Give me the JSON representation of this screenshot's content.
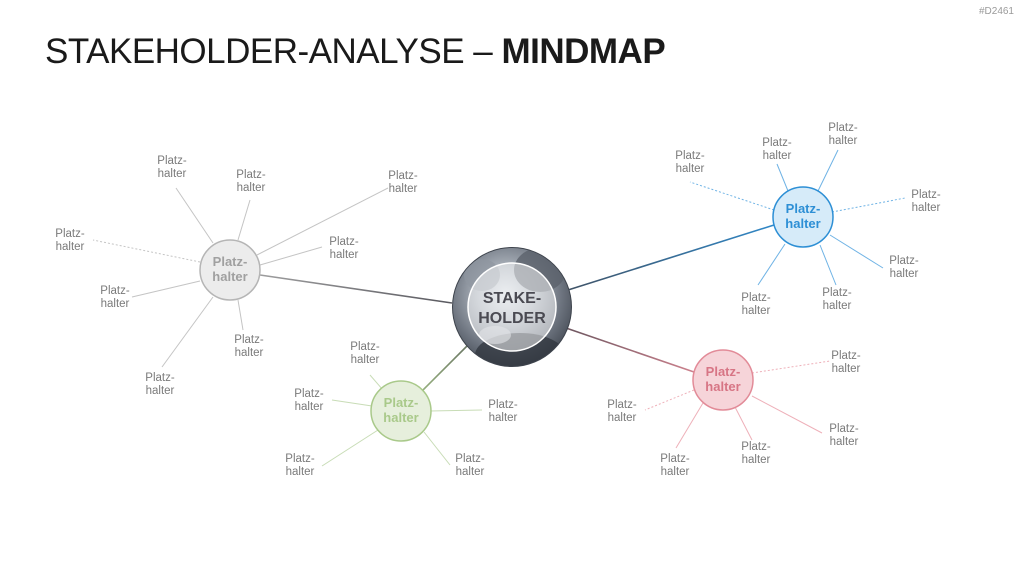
{
  "slide_id": "#D2461",
  "title": {
    "regular": "STAKEHOLDER-ANALYSE – ",
    "bold": "MINDMAP"
  },
  "center": {
    "line1": "STAKE-",
    "line2": "HOLDER"
  },
  "hubs": [
    {
      "id": "gray",
      "line1": "Platz-",
      "line2": "halter",
      "leaves": [
        {
          "line1": "Platz-",
          "line2": "halter"
        },
        {
          "line1": "Platz-",
          "line2": "halter"
        },
        {
          "line1": "Platz-",
          "line2": "halter"
        },
        {
          "line1": "Platz-",
          "line2": "halter"
        },
        {
          "line1": "Platz-",
          "line2": "halter"
        },
        {
          "line1": "Platz-",
          "line2": "halter"
        },
        {
          "line1": "Platz-",
          "line2": "halter"
        },
        {
          "line1": "Platz-",
          "line2": "halter"
        }
      ]
    },
    {
      "id": "blue",
      "line1": "Platz-",
      "line2": "halter",
      "leaves": [
        {
          "line1": "Platz-",
          "line2": "halter"
        },
        {
          "line1": "Platz-",
          "line2": "halter"
        },
        {
          "line1": "Platz-",
          "line2": "halter"
        },
        {
          "line1": "Platz-",
          "line2": "halter"
        },
        {
          "line1": "Platz-",
          "line2": "halter"
        },
        {
          "line1": "Platz-",
          "line2": "halter"
        },
        {
          "line1": "Platz-",
          "line2": "halter"
        }
      ]
    },
    {
      "id": "green",
      "line1": "Platz-",
      "line2": "halter",
      "leaves": [
        {
          "line1": "Platz-",
          "line2": "halter"
        },
        {
          "line1": "Platz-",
          "line2": "halter"
        },
        {
          "line1": "Platz-",
          "line2": "halter"
        },
        {
          "line1": "Platz-",
          "line2": "halter"
        },
        {
          "line1": "Platz-",
          "line2": "halter"
        }
      ]
    },
    {
      "id": "red",
      "line1": "Platz-",
      "line2": "halter",
      "leaves": [
        {
          "line1": "Platz-",
          "line2": "halter"
        },
        {
          "line1": "Platz-",
          "line2": "halter"
        },
        {
          "line1": "Platz-",
          "line2": "halter"
        },
        {
          "line1": "Platz-",
          "line2": "halter"
        },
        {
          "line1": "Platz-",
          "line2": "halter"
        }
      ]
    }
  ],
  "colors": {
    "gray": "#a8a8a8",
    "gray_fill": "#ececec",
    "gray_text": "#a0a0a0",
    "blue": "#2d8fd5",
    "blue_fill": "#d6ebf9",
    "blue_text": "#2d8fd5",
    "green": "#a9c98a",
    "green_fill": "#e6efdc",
    "green_text": "#a9c98a",
    "red": "#e28b98",
    "red_fill": "#f6d4d9",
    "red_text": "#d77585"
  }
}
